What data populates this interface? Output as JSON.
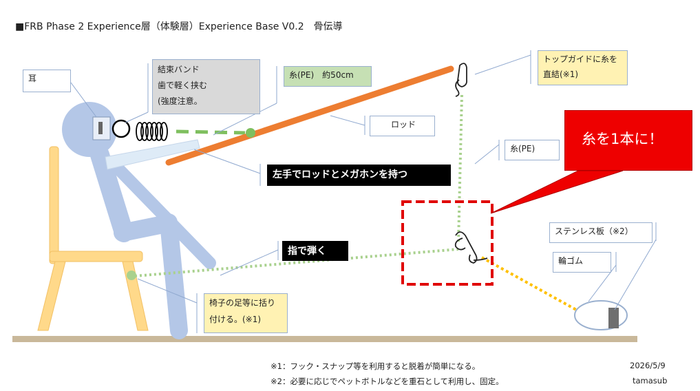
{
  "title": "■FRB Phase 2 Experience層（体験層）Experience Base V0.2　骨伝導",
  "labels": {
    "ear": "耳",
    "band_1": "結束バンド",
    "band_2": "歯で軽く挟む",
    "band_3": "(強度注意。",
    "line_length": "糸(PE)　約50cm",
    "topguide_1": "トップガイドに糸を",
    "topguide_2": "直結(※1)",
    "rod": "ロッド",
    "line_pe": "糸(PE)",
    "callout": "糸を1本に！",
    "left_hand": "左手でロッドとメガホンを持つ",
    "finger": "指で弾く",
    "chair_1": "椅子の足等に括り",
    "chair_2": "付ける。(※1)",
    "stainless": "ステンレス板（※2）",
    "rubber": "輪ゴム"
  },
  "footer": {
    "note1": "※1：フック・スナップ等を利用すると脱着が簡単になる。",
    "note2": "※2：必要に応じでペットボトルなどを重石として利用し、固定。",
    "date": "2026/5/9",
    "author": "tamasub"
  },
  "colors": {
    "figure": "#b4c7e7",
    "chair": "#ffd98a",
    "rod": "#ed7d31",
    "line_green": "#a9d18e",
    "line_orange": "#ffc000",
    "ground": "#c9b89a",
    "dashed_box": "#e00000"
  },
  "icons": [
    "snap-hook-icon",
    "spring-coil-icon",
    "stainless-plate-icon"
  ]
}
